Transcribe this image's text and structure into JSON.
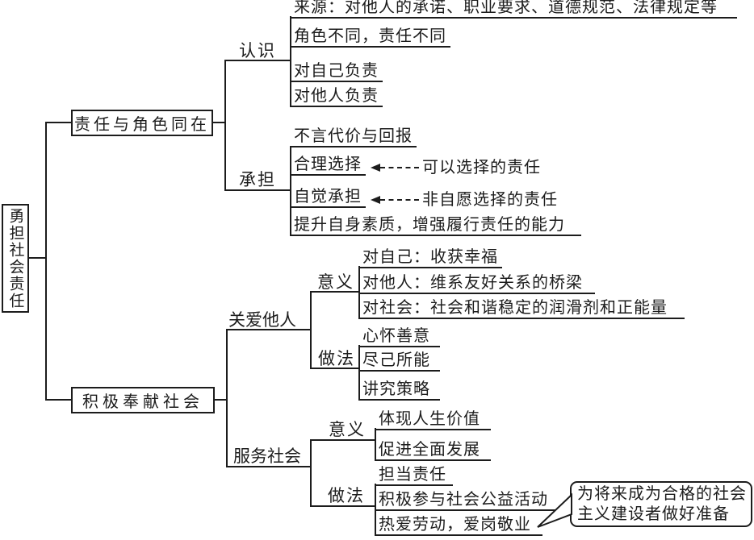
{
  "colors": {
    "background": "#ffffff",
    "line": "#1c1c1c",
    "text": "#1c1c1c"
  },
  "root": {
    "label": "勇担社会责任"
  },
  "branch1": {
    "label": "责任与角色同在",
    "renshi": {
      "label": "认识",
      "items": [
        {
          "label": "来源：对他人的承诺、职业要求、道德规范、法律规定等"
        },
        {
          "label": "角色不同，责任不同"
        },
        {
          "label": "对自己负责"
        },
        {
          "label": "对他人负责"
        }
      ]
    },
    "chengdan": {
      "label": "承担",
      "items": [
        {
          "label": "不言代价与回报"
        },
        {
          "label": "合理选择",
          "note": "可以选择的责任"
        },
        {
          "label": "自觉承担",
          "note": "非自愿选择的责任"
        },
        {
          "label": "提升自身素质，增强履行责任的能力"
        }
      ]
    }
  },
  "branch2": {
    "label": "积极奉献社会",
    "guanai": {
      "label": "关爱他人",
      "yiyi": {
        "label": "意义",
        "items": [
          {
            "label": "对自己：收获幸福"
          },
          {
            "label": "对他人：维系友好关系的桥梁"
          },
          {
            "label": "对社会：社会和谐稳定的润滑剂和正能量"
          }
        ]
      },
      "zuofa": {
        "label": "做法",
        "items": [
          {
            "label": "心怀善意"
          },
          {
            "label": "尽己所能"
          },
          {
            "label": "讲究策略"
          }
        ]
      }
    },
    "fuwu": {
      "label": "服务社会",
      "yiyi": {
        "label": "意义",
        "items": [
          {
            "label": "体现人生价值"
          },
          {
            "label": "促进全面发展"
          }
        ]
      },
      "zuofa": {
        "label": "做法",
        "items": [
          {
            "label": "担当责任"
          },
          {
            "label": "积极参与社会公益活动"
          },
          {
            "label": "热爱劳动，爱岗敬业"
          }
        ]
      }
    }
  },
  "callout": {
    "lines": [
      "为将来成为合格的社会",
      "主义建设者做好准备"
    ]
  }
}
